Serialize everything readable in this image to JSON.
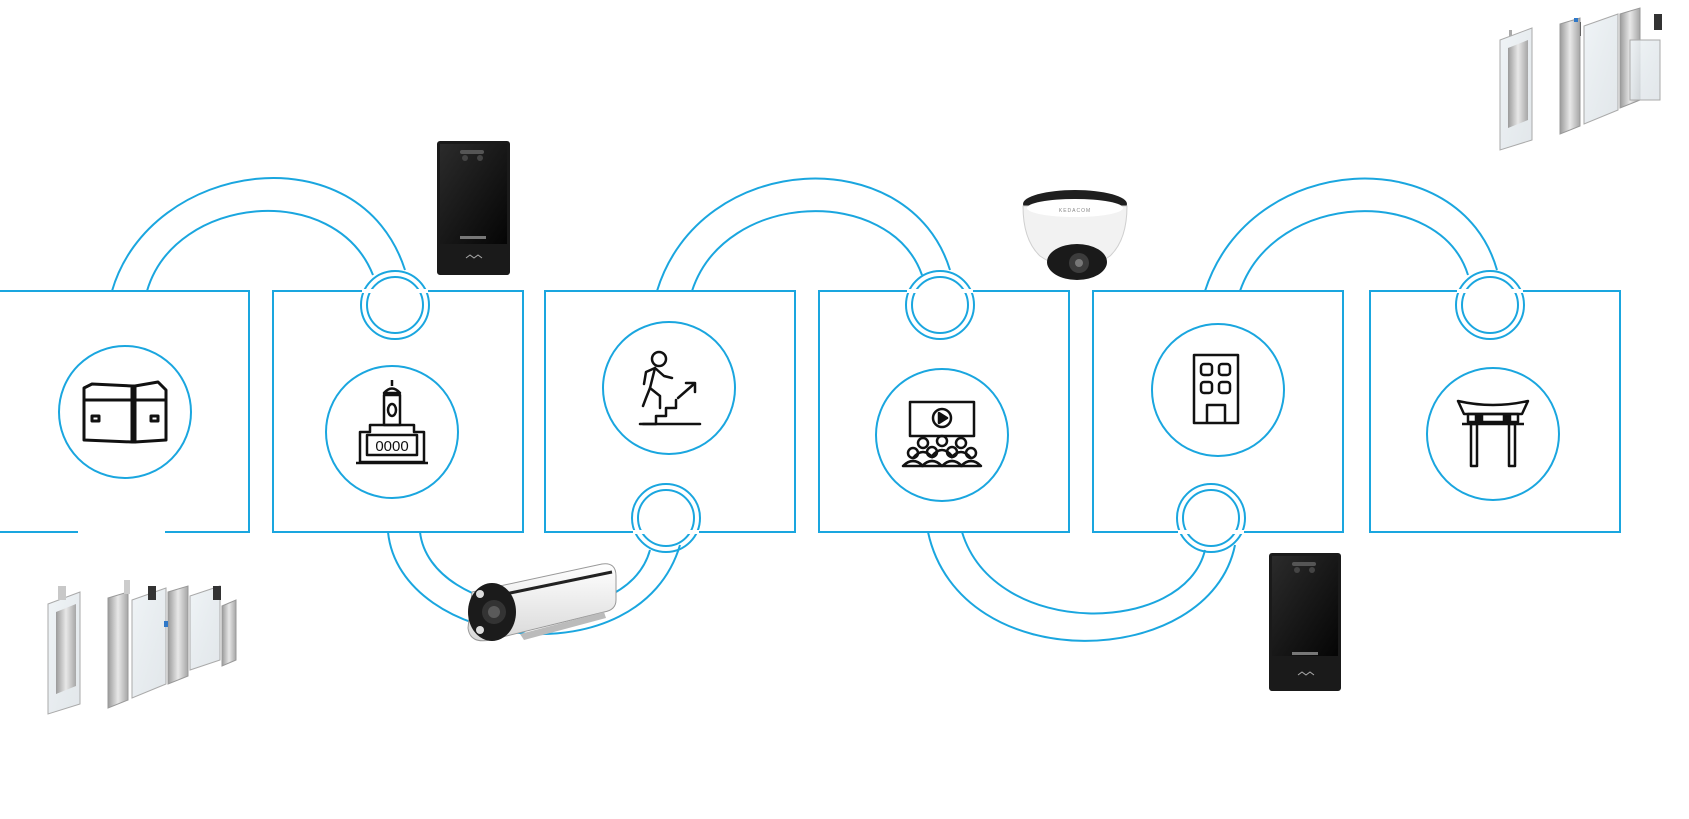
{
  "diagram": {
    "colors": {
      "accent": "#1aa6df",
      "icon": "#111111",
      "device_dark": "#1a1a1a",
      "device_light": "#f2f2f2",
      "metal": "#b8b8b8"
    },
    "panels": [
      {
        "id": "p1",
        "icon": "warehouse-icon",
        "label": ""
      },
      {
        "id": "p2",
        "icon": "bank-icon",
        "label": "0000"
      },
      {
        "id": "p3",
        "icon": "career-growth-icon",
        "label": ""
      },
      {
        "id": "p4",
        "icon": "cinema-audience-icon",
        "label": ""
      },
      {
        "id": "p5",
        "icon": "office-building-icon",
        "label": ""
      },
      {
        "id": "p6",
        "icon": "torii-gate-icon",
        "label": ""
      }
    ],
    "devices": [
      {
        "id": "d1",
        "icon": "face-terminal-icon"
      },
      {
        "id": "d2",
        "icon": "bullet-camera-icon"
      },
      {
        "id": "d3",
        "icon": "dome-camera-icon",
        "label": "KEDACOM"
      },
      {
        "id": "d4",
        "icon": "face-terminal-icon"
      },
      {
        "id": "d5",
        "icon": "speed-gate-icon"
      },
      {
        "id": "d6",
        "icon": "speed-gate-icon"
      }
    ]
  }
}
